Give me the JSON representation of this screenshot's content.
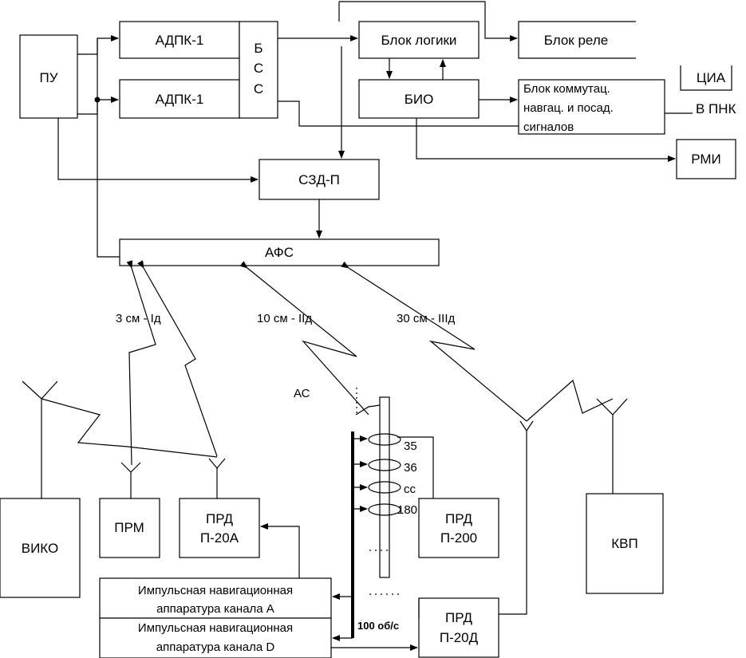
{
  "blocks": {
    "pu": "ПУ",
    "adpk1_top": "АДПК-1",
    "adpk1_bottom": "АДПК-1",
    "bss_line1": "Б",
    "bss_line2": "С",
    "bss_line3": "С",
    "logic": "Блок логики",
    "relay": "Блок реле",
    "cia": "ЦИА",
    "bio": "БИО",
    "switch_line1": "Блок коммутац.",
    "switch_line2": "навгац. и посад.",
    "switch_line3": "сигналов",
    "to_pnk": "В ПНК",
    "rmi": "РМИ",
    "szd": "СЗД-П",
    "afs": "АФС",
    "viko": "ВИКО",
    "prm": "ПРМ",
    "prd20a_line1": "ПРД",
    "prd20a_line2": "П-20А",
    "prd200_line1": "ПРД",
    "prd200_line2": "П-200",
    "kvp": "КВП",
    "prd20d_line1": "ПРД",
    "prd20d_line2": "П-20Д",
    "nav_a_line1": "Импульсная навигационная",
    "nav_a_line2": "аппаратура канала А",
    "nav_d_line1": "Импульсная навигационная",
    "nav_d_line2": "аппаратура канала D"
  },
  "links": {
    "band_3cm": "3 см - Iд",
    "band_10cm": "10 см - IIд",
    "band_30cm": "30 см - IIIд",
    "as": "АС"
  },
  "antenna_rings": [
    "35",
    "36",
    "сс",
    "180"
  ],
  "rotation": "100 об/с"
}
